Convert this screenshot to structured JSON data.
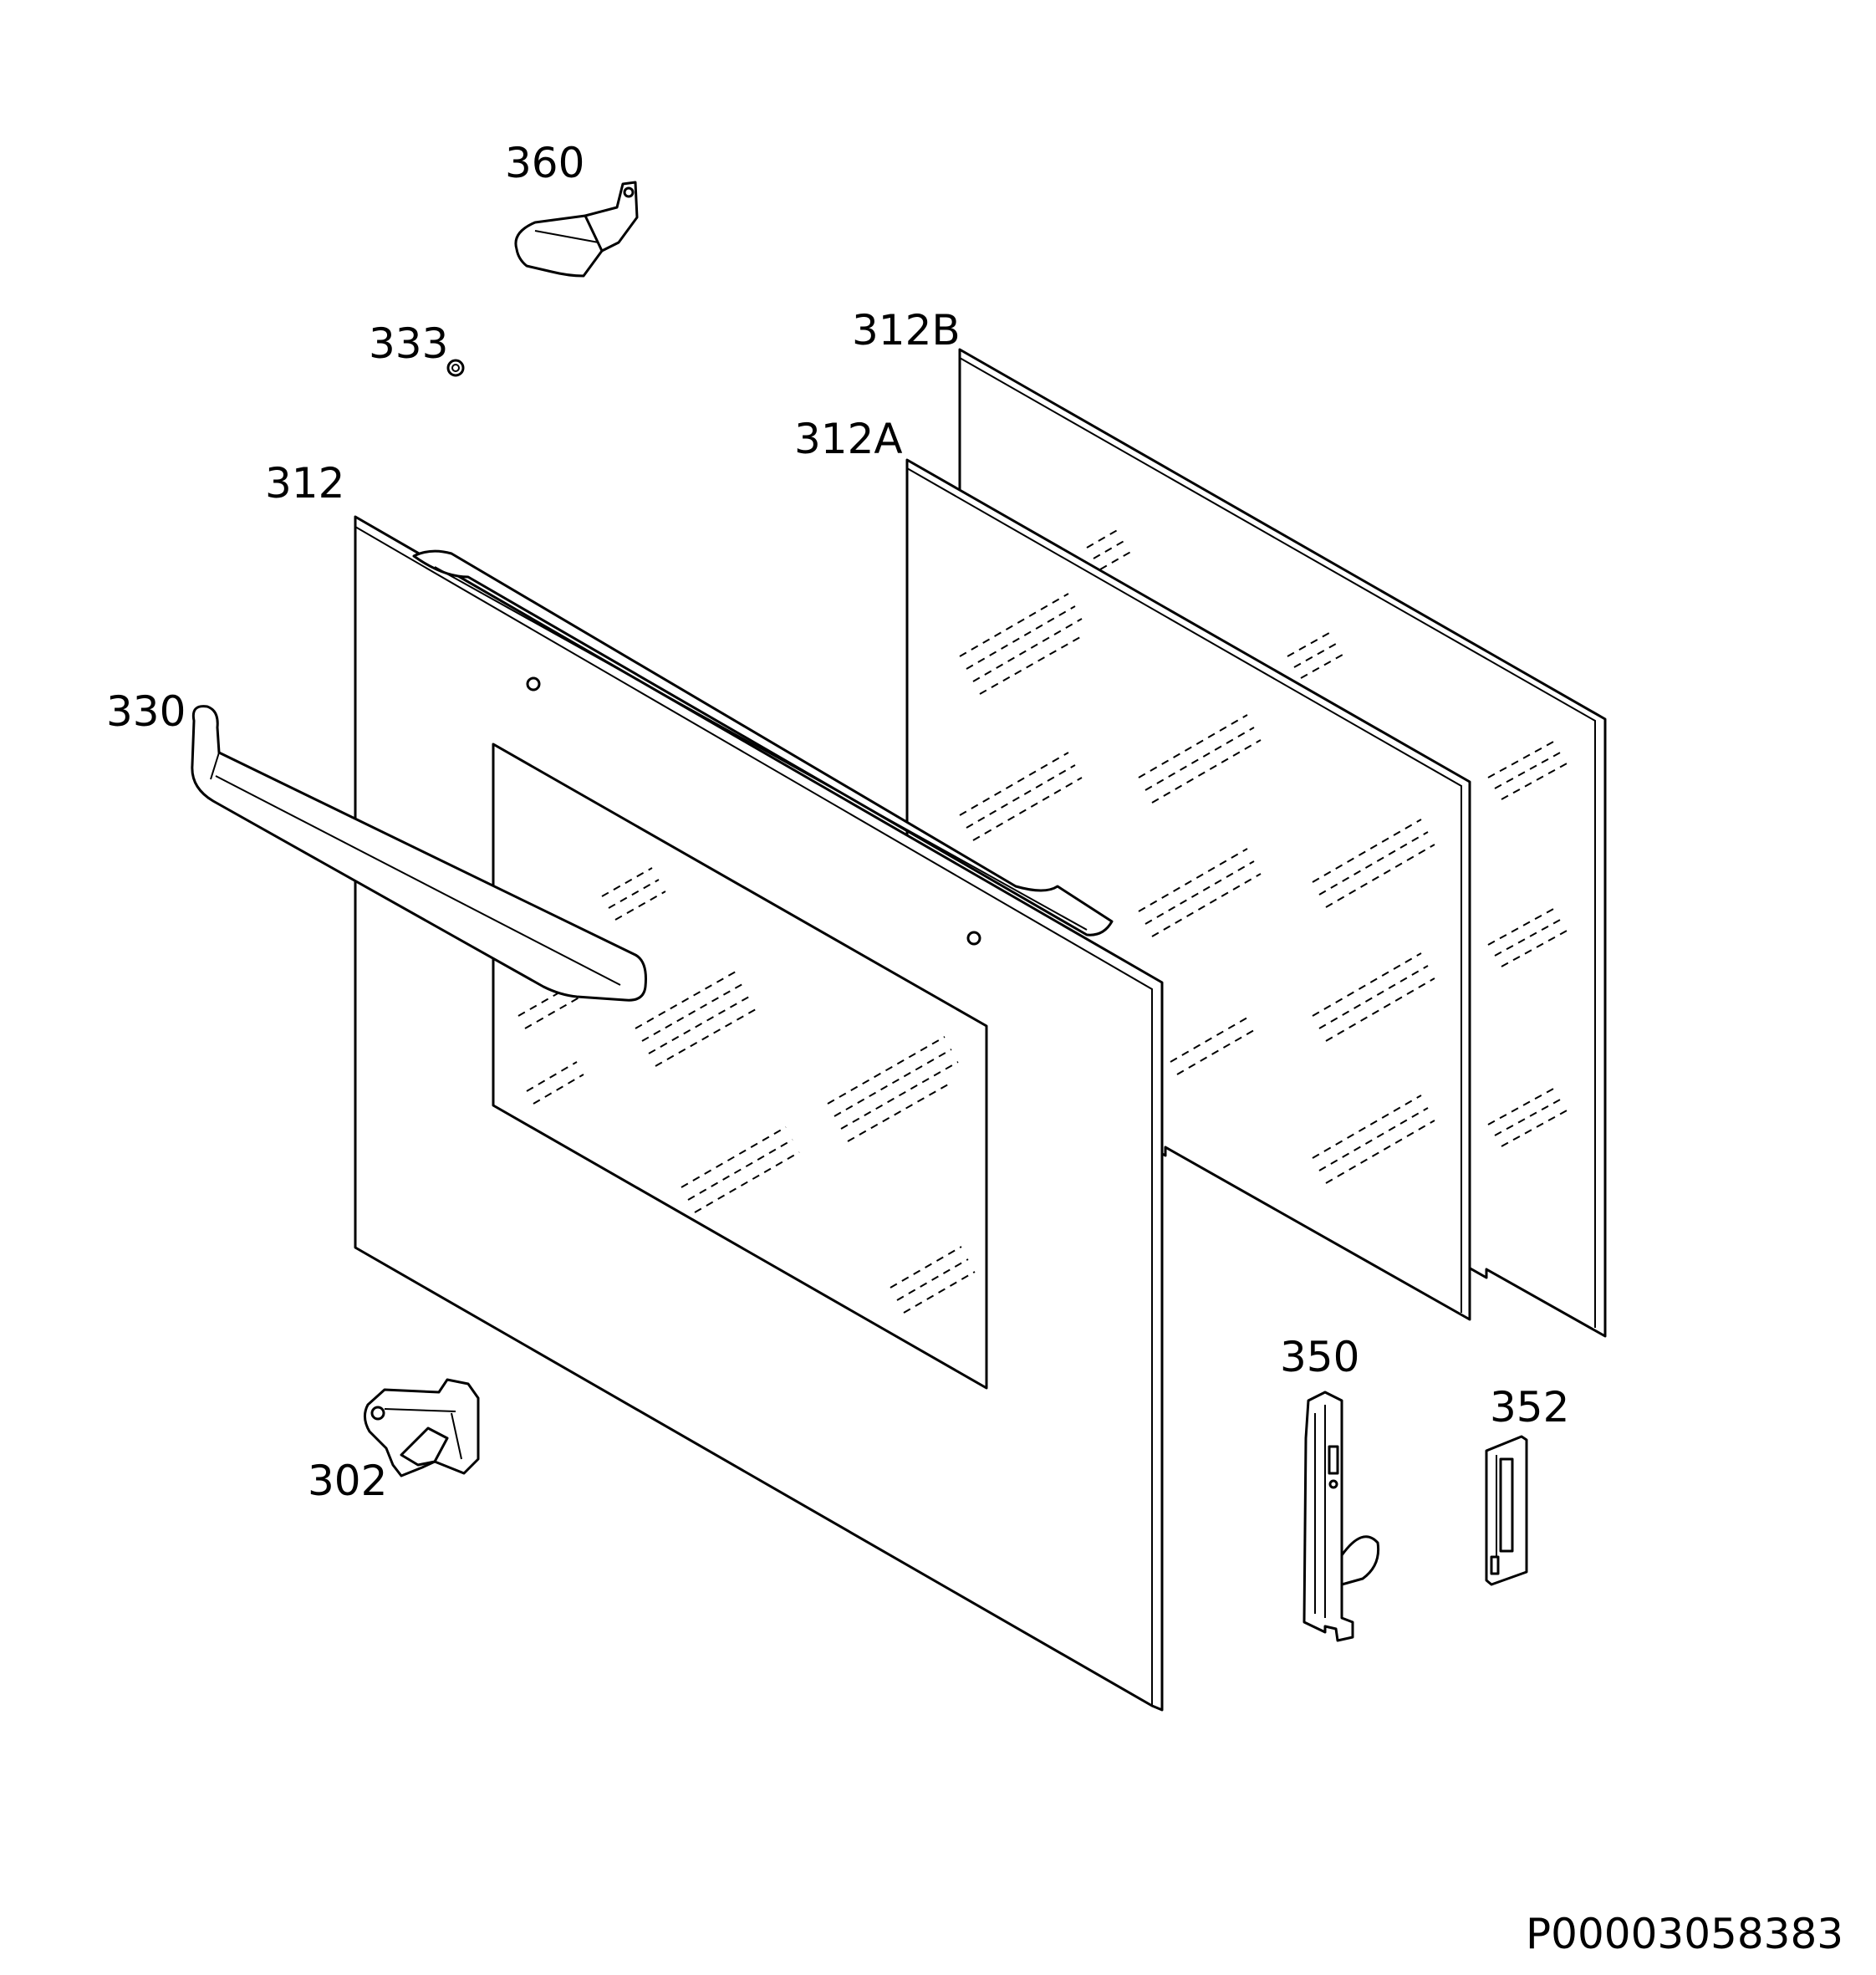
{
  "parts": [
    {
      "id": "360",
      "label": "360"
    },
    {
      "id": "333",
      "label": "333"
    },
    {
      "id": "312B",
      "label": "312B"
    },
    {
      "id": "312A",
      "label": "312A"
    },
    {
      "id": "312",
      "label": "312"
    },
    {
      "id": "330",
      "label": "330"
    },
    {
      "id": "350",
      "label": "350"
    },
    {
      "id": "352",
      "label": "352"
    },
    {
      "id": "302",
      "label": "302"
    }
  ],
  "diagram_code": "P00003058383"
}
